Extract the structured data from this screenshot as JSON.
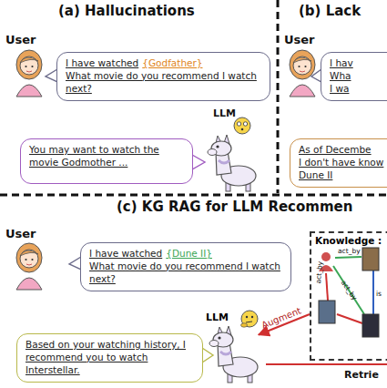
{
  "diagram": {
    "nodes": [
      {
        "text": [
          "I have watched",
          "{Godfather}",
          "What movie do you recommend I watch next?"
        ]
      },
      {
        "text": [
          "You may want to watch the movie Godmother ..."
        ]
      },
      {
        "text": [
          "I hav",
          "Wha",
          "I wa"
        ]
      },
      {
        "text": [
          "As of Decembe",
          "I don't have know",
          "Dune II"
        ]
      },
      {
        "text": [
          "I have watched",
          "{Dune II}",
          "What movie do you recommend I watch next?"
        ]
      },
      {
        "text": [
          "LLM"
        ]
      },
      {
        "text": [
          "Based on your watching history, I recommend you to watch Interstellar."
        ]
      },
      {
        "text": [
          "Knowledge :"
        ]
      }
    ],
    "edges": [
      {
        "from": 7,
        "to": 5,
        "arrow": "to",
        "label": "Augment"
      }
    ],
    "labels": [
      "(a) Hallucinations",
      "User",
      "LLM",
      "(b) Lack",
      "User",
      "(c) KG RAG for LLM Recommen",
      "User",
      "act_by",
      "act_by",
      "act_by",
      "is",
      "Retrie"
    ]
  }
}
